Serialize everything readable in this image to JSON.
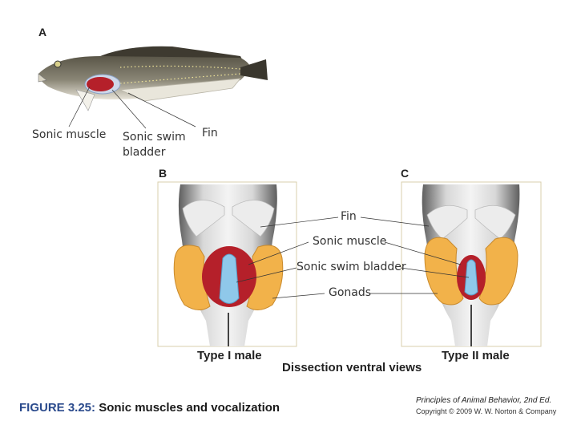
{
  "panels": {
    "a": "A",
    "b": "B",
    "c": "C"
  },
  "fish_labels": {
    "sonic_muscle": "Sonic muscle",
    "sonic_swim_bladder_line1": "Sonic swim",
    "sonic_swim_bladder_line2": "bladder",
    "fin": "Fin"
  },
  "dissection_labels": {
    "fin": "Fin",
    "sonic_muscle": "Sonic muscle",
    "sonic_swim_bladder": "Sonic swim bladder",
    "gonads": "Gonads"
  },
  "type_labels": {
    "type1": "Type I male",
    "type2": "Type II male",
    "subtitle": "Dissection ventral views"
  },
  "caption": {
    "number": "FIGURE 3.25:",
    "title": " Sonic muscles and vocalization"
  },
  "credit": {
    "book": "Principles of Animal Behavior, 2nd Ed.",
    "copyright": "Copyright © 2009 W. W. Norton & Company"
  },
  "colors": {
    "muscle_red": "#b5202a",
    "bladder_blue": "#8fc8ea",
    "gonad_orange": "#f2b24a",
    "body_gray": "#8a8a8a"
  }
}
